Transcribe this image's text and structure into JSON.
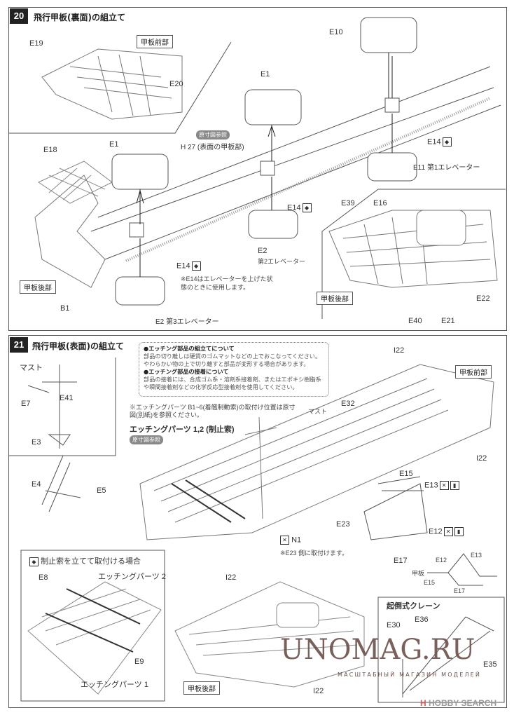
{
  "step20": {
    "number": "20",
    "title": "飛行甲板(裏面)の組立て",
    "labels": {
      "front_deck": "甲板前部",
      "e19": "E19",
      "e20": "E20",
      "e10": "E10",
      "e1a": "E1",
      "e1b": "E1",
      "e18": "E18",
      "ref": "原寸図参照",
      "h27": "H 27 (表面の甲板部)",
      "e14a": "E14",
      "e11": "E11 第1エレベーター",
      "e14b": "E14",
      "e2a": "E2",
      "elev2": "第2エレベーター",
      "e14c": "E14",
      "note": "※E14はエレベーターを上げた状態のときに使用します。",
      "rear_deck": "甲板後部",
      "b1": "B1",
      "e2b": "E2 第3エレベーター",
      "e39": "E39",
      "e16": "E16",
      "rear_deck2": "甲板後部",
      "e40": "E40",
      "e21": "E21",
      "e22": "E22"
    }
  },
  "step21": {
    "number": "21",
    "title": "飛行甲板(表面)の組立て",
    "notes": {
      "h1": "●エッチング部品の組立てについて",
      "p1": "部品の切り離しは硬質のゴムマットなどの上でおこなってください。やわらかい物の上で切り離すと部品が変形する場合があります。",
      "h2": "●エッチング部品の接着について",
      "p2": "部品の接着には、合成ゴム系・溶剤系接着剤、またはエポキシ樹脂系や瞬間接着剤などの化学反応型接着剤を使用してください。"
    },
    "labels": {
      "mast": "マスト",
      "e7": "E7",
      "e41": "E41",
      "e3": "E3",
      "e4": "E4",
      "e5": "E5",
      "etch_note": "※エッチングパーツ B1~6(着艦制動索)の取付け位置は原寸図(別紙)を参照ください。",
      "etch12": "エッチングパーツ 1,2 (制止索)",
      "ref": "原寸図参照",
      "mast2": "マスト",
      "i22a": "I22",
      "front_deck": "甲板前部",
      "e32": "E32",
      "i22b": "I22",
      "e15": "E15",
      "e13": "E13",
      "e12": "E12",
      "e23": "E23",
      "n1": "N1",
      "n1_note": "※E23 側に取付けます。",
      "e17": "E17",
      "d_e12": "E12",
      "d_e13": "E13",
      "d_deck": "甲板",
      "d_e15": "E15",
      "d_e17": "E17",
      "standing": "制止索を立てて取付ける場合",
      "e8": "E8",
      "etch2": "エッチングパーツ 2",
      "e9": "E9",
      "etch1": "エッチングパーツ 1",
      "i22c": "I22",
      "rear_deck": "甲板後部",
      "i22d": "I22",
      "crane": "起倒式クレーン",
      "e30": "E30",
      "e36": "E36",
      "e35": "E35"
    }
  },
  "watermark": {
    "brand": "UNOMAG.RU",
    "tagline": "МАСШТАБНЫЙ МАГАЗИН МОДЕЛЕЙ",
    "hobby_logo": "H",
    "hobby": "HOBBY SEARCH"
  }
}
